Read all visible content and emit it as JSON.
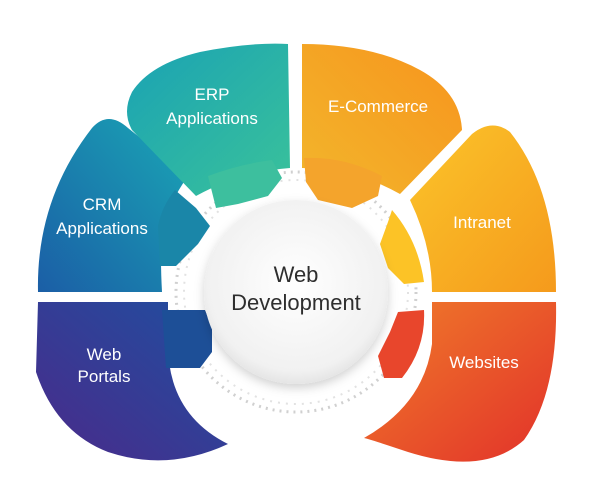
{
  "center": {
    "line1": "Web",
    "line2": "Development"
  },
  "segments": [
    {
      "id": "web-portals",
      "lines": [
        "Web",
        "Portals"
      ],
      "color_outer": "#3a2f8f",
      "color_inner": "#214f9c",
      "tab_color": "#1d4f97",
      "icon": "web-portals"
    },
    {
      "id": "crm-applications",
      "lines": [
        "CRM",
        "Applications"
      ],
      "color_outer": "#1f6aa8",
      "color_inner": "#1aa0b6",
      "tab_color": "#1a86a8",
      "icon": "crm-applications"
    },
    {
      "id": "erp-applications",
      "lines": [
        "ERP",
        "Applications"
      ],
      "color_outer": "#1aa9b0",
      "color_inner": "#34c09a",
      "tab_color": "#3dbf9e",
      "icon": "erp-applications"
    },
    {
      "id": "e-commerce",
      "lines": [
        "E-Commerce"
      ],
      "color_outer": "#f7a51e",
      "color_inner": "#f2c233",
      "tab_color": "#f4a42c",
      "icon": "e-commerce"
    },
    {
      "id": "intranet",
      "lines": [
        "Intranet"
      ],
      "color_outer": "#f59a1c",
      "color_inner": "#fbc62a",
      "tab_color": "#fcc326",
      "icon": "intranet"
    },
    {
      "id": "websites",
      "lines": [
        "Websites"
      ],
      "color_outer": "#e9452a",
      "color_inner": "#f07b2a",
      "tab_color": "#e8462c",
      "icon": "websites"
    }
  ]
}
